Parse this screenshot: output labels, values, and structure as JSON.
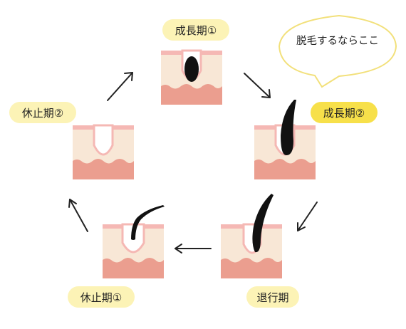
{
  "labels": {
    "anagen1": "成長期①",
    "anagen2": "成長期②",
    "catagen": "退行期",
    "telogen1": "休止期①",
    "telogen2": "休止期②"
  },
  "callout": "脱毛するならここ",
  "colors": {
    "skin": "#f8e7d6",
    "skin_edge": "#f5b8b4",
    "dermis": "#eb9e8f",
    "hair": "#111111",
    "label_bg": "#fcf3b6",
    "highlight_bg": "#f7e04a",
    "bubble_border": "#f2e07a",
    "arrow": "#222222"
  }
}
